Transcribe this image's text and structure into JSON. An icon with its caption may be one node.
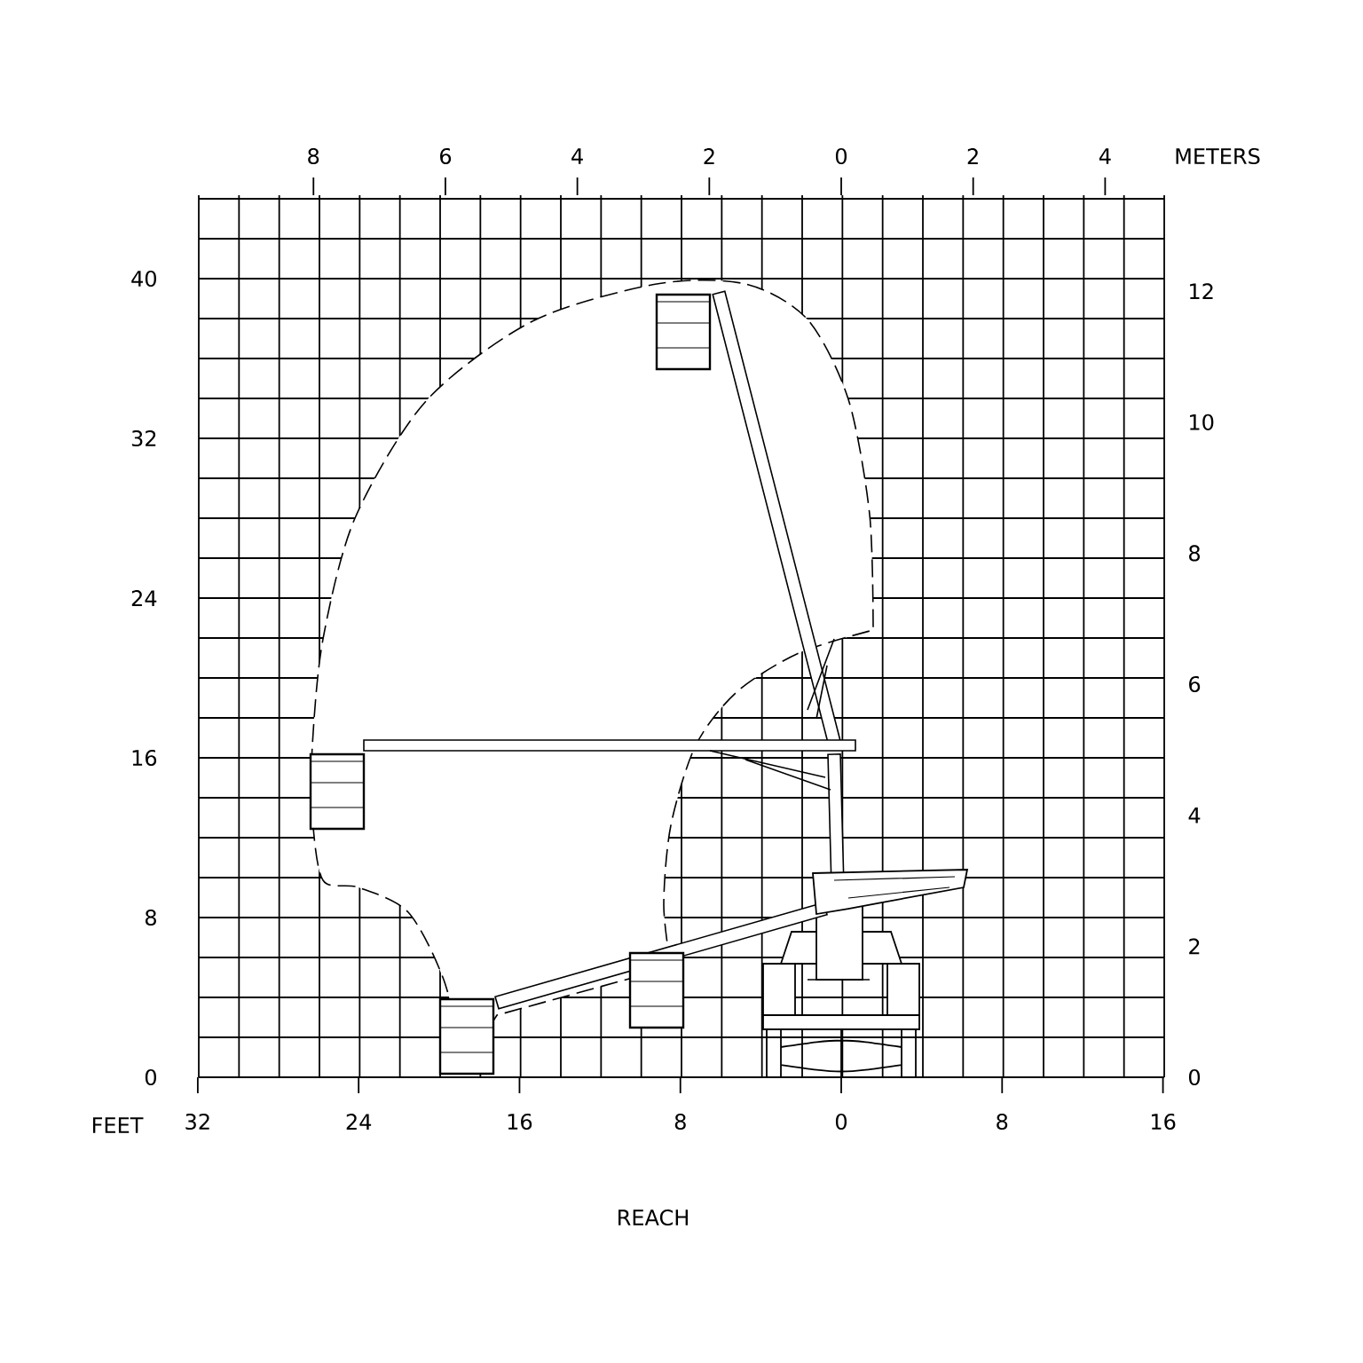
{
  "diagram": {
    "caption": "REACH",
    "labels": [
      "8",
      "6",
      "4",
      "2",
      "0",
      "2",
      "4",
      "METERS",
      "40",
      "12",
      "10",
      "32",
      "8",
      "24",
      "6",
      "16",
      "4",
      "8",
      "2",
      "0",
      "0",
      "FEET",
      "32",
      "24",
      "16",
      "8",
      "0",
      "8",
      "16"
    ]
  }
}
